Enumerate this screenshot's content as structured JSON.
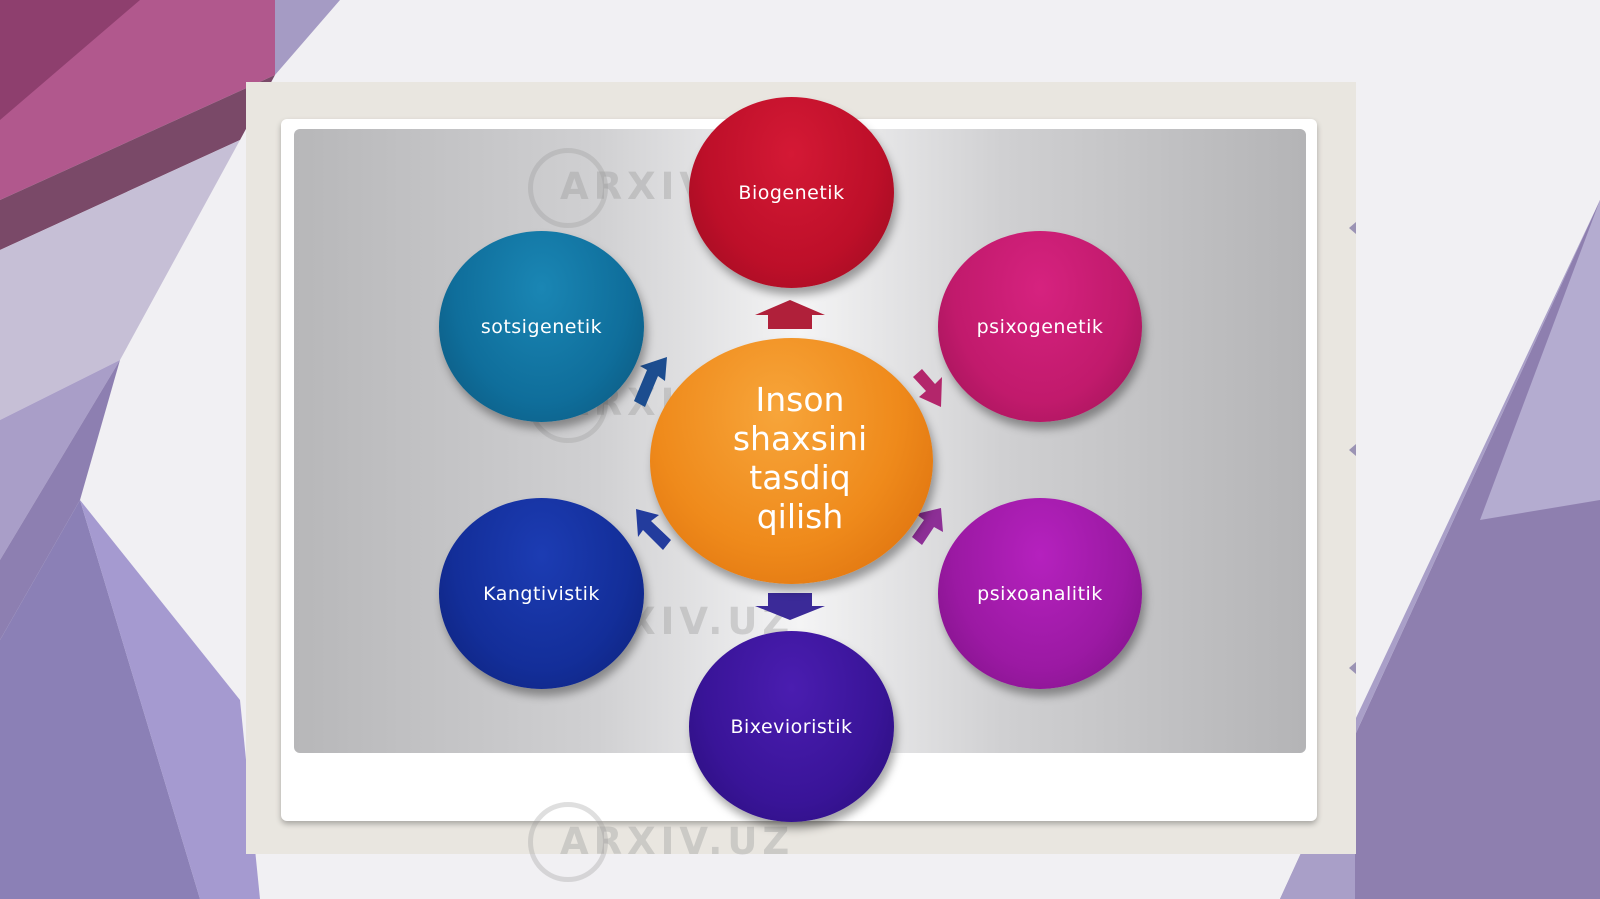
{
  "diagram": {
    "center": {
      "label_lines": [
        "Inson",
        "shaxsini",
        "tasdiq",
        "qilish"
      ],
      "color": "#ef8a1b"
    },
    "nodes": [
      {
        "id": "biogenetik",
        "label": "Biogenetik",
        "color": "#c0102a"
      },
      {
        "id": "psixogenetik",
        "label": "psixogenetik",
        "color": "#c21a6e"
      },
      {
        "id": "psixoanalitik",
        "label": "psixoanalitik",
        "color": "#9c1aa4"
      },
      {
        "id": "bixevioristik",
        "label": "Bixevioristik",
        "color": "#3a1599"
      },
      {
        "id": "kangtivistik",
        "label": "Kangtivistik",
        "color": "#132e9a"
      },
      {
        "id": "sotsigenetik",
        "label": "sotsigenetik",
        "color": "#0f6f9c"
      }
    ]
  },
  "watermark": {
    "text": "ARXIV.UZ"
  }
}
